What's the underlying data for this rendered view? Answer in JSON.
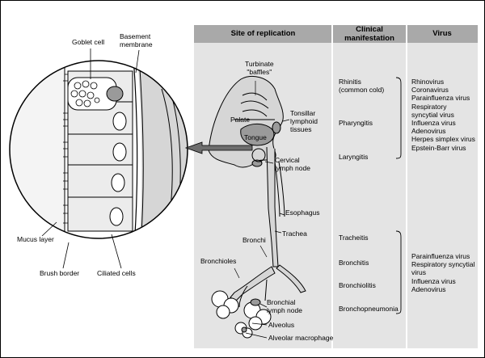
{
  "table_headers": {
    "site": "Site of replication",
    "clinical": [
      "Clinical",
      "manifestation"
    ],
    "virus": "Virus"
  },
  "cell_labels": {
    "goblet_cell": "Goblet cell",
    "basement_membrane": [
      "Basement",
      "membrane"
    ],
    "mucus_layer": "Mucus layer",
    "brush_border": "Brush border",
    "ciliated_cells": "Ciliated cells"
  },
  "anatomy_labels": {
    "turbinate": [
      "Turbinate",
      "\"baffles\""
    ],
    "palate": "Palate",
    "tongue": "Tongue",
    "tonsillar": [
      "Tonsillar",
      "lymphoid",
      "tissues"
    ],
    "cervical": [
      "Cervical",
      "lymph node"
    ],
    "esophagus": "Esophagus",
    "trachea": "Trachea",
    "bronchi": "Bronchi",
    "bronchioles": "Bronchioles",
    "bronchial": [
      "Bronchial",
      "lymph node"
    ],
    "alveolus": "Alveolus",
    "alveolar_macrophage": "Alveolar macrophage"
  },
  "upper_manifestations": [
    [
      "Rhinitis",
      "(common cold)"
    ],
    [
      "Pharyngitis"
    ],
    [
      "Laryngitis"
    ]
  ],
  "upper_viruses": [
    "Rhinovirus",
    "Coronavirus",
    "Parainfluenza virus",
    "Respiratory",
    "syncytial virus",
    "Influenza virus",
    "Adenovirus",
    "Herpes simplex virus",
    "Epstein-Barr virus"
  ],
  "lower_manifestations": [
    [
      "Tracheitis"
    ],
    [
      "Bronchitis"
    ],
    [
      "Bronchiolitis"
    ],
    [
      "Bronchopneumonia"
    ]
  ],
  "lower_viruses": [
    "Parainfluenza virus",
    "Respiratory syncytial",
    "virus",
    "Influenza virus",
    "Adenovirus"
  ],
  "colors": {
    "header_band": "#a9a9a9",
    "body_band": "#e4e4e4",
    "tissue": "#d6d6d6",
    "cell_fill": "#ececec",
    "arrow": "#6e6e6e"
  }
}
